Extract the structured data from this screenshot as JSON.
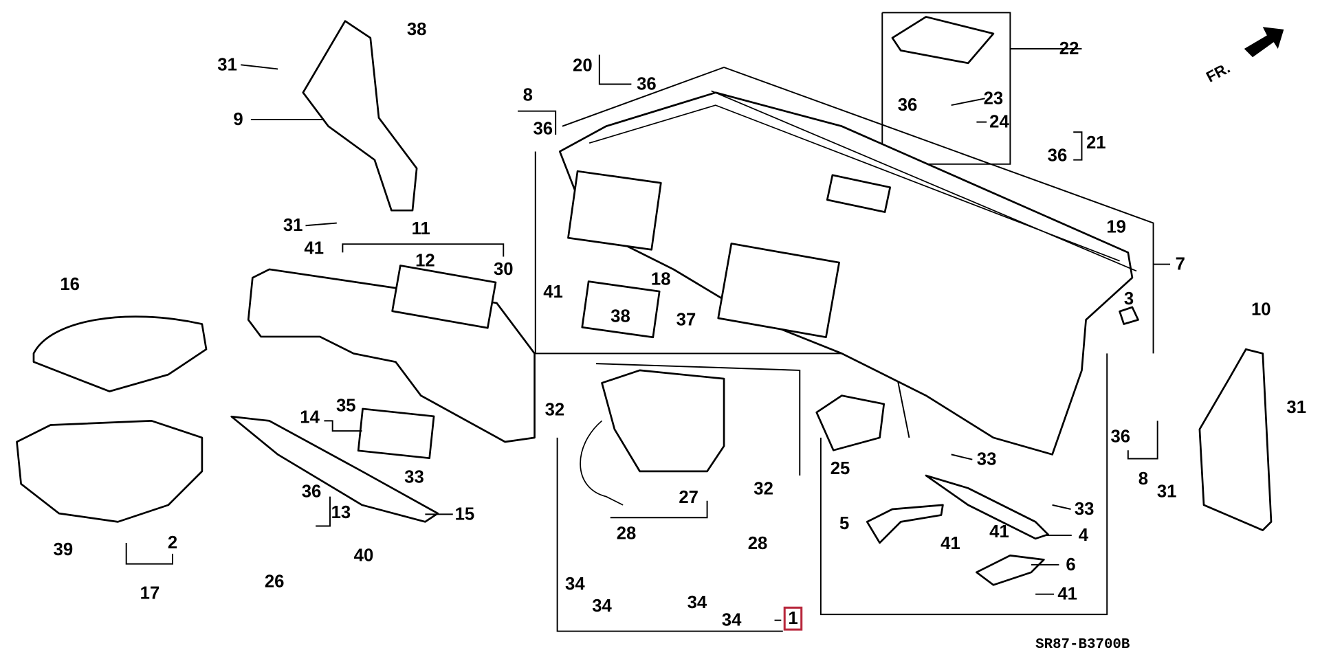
{
  "diagram": {
    "code": "SR87-B3700B",
    "direction_label": "FR.",
    "highlighted_part": "1",
    "highlight_color": "#b8283c",
    "labels": [
      "38",
      "31",
      "9",
      "31",
      "41",
      "11",
      "12",
      "30",
      "16",
      "20",
      "36",
      "8",
      "36",
      "22",
      "36",
      "23",
      "24",
      "21",
      "36",
      "19",
      "7",
      "3",
      "41",
      "18",
      "37",
      "10",
      "38",
      "31",
      "32",
      "25",
      "14",
      "35",
      "33",
      "36",
      "13",
      "15",
      "40",
      "26",
      "2",
      "39",
      "17",
      "27",
      "32",
      "28",
      "28",
      "34",
      "34",
      "34",
      "34",
      "1",
      "33",
      "36",
      "8",
      "31",
      "33",
      "5",
      "41",
      "4",
      "41",
      "6",
      "41"
    ]
  }
}
